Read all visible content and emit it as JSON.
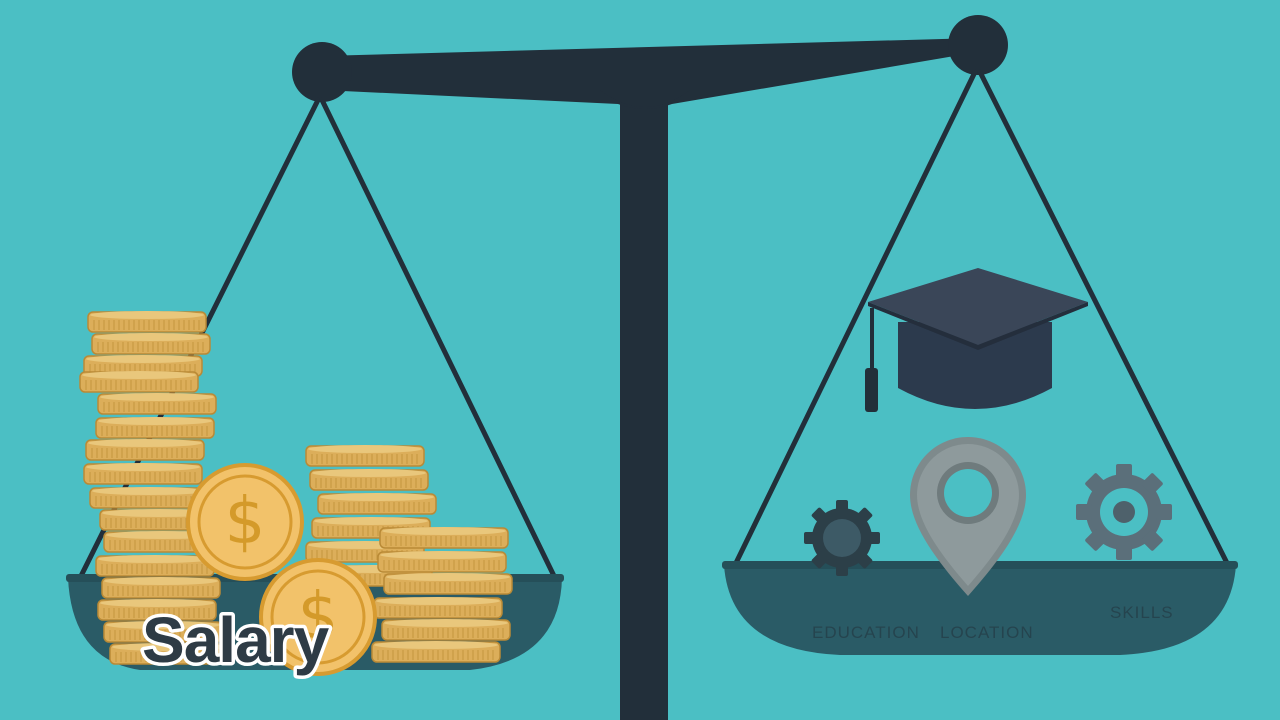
{
  "scene": {
    "background_color": "#4bbfc4",
    "scale_color": "#222f3a",
    "coin_color": "#e0b45c",
    "left_pan": {
      "label": "Salary"
    },
    "right_pan": {
      "labels": [
        "EDUCATION",
        "LOCATION",
        "SKILLS"
      ],
      "icons": [
        "graduation-cap-icon",
        "map-pin-icon",
        "gear-icon"
      ]
    },
    "coin_symbol": "$"
  }
}
